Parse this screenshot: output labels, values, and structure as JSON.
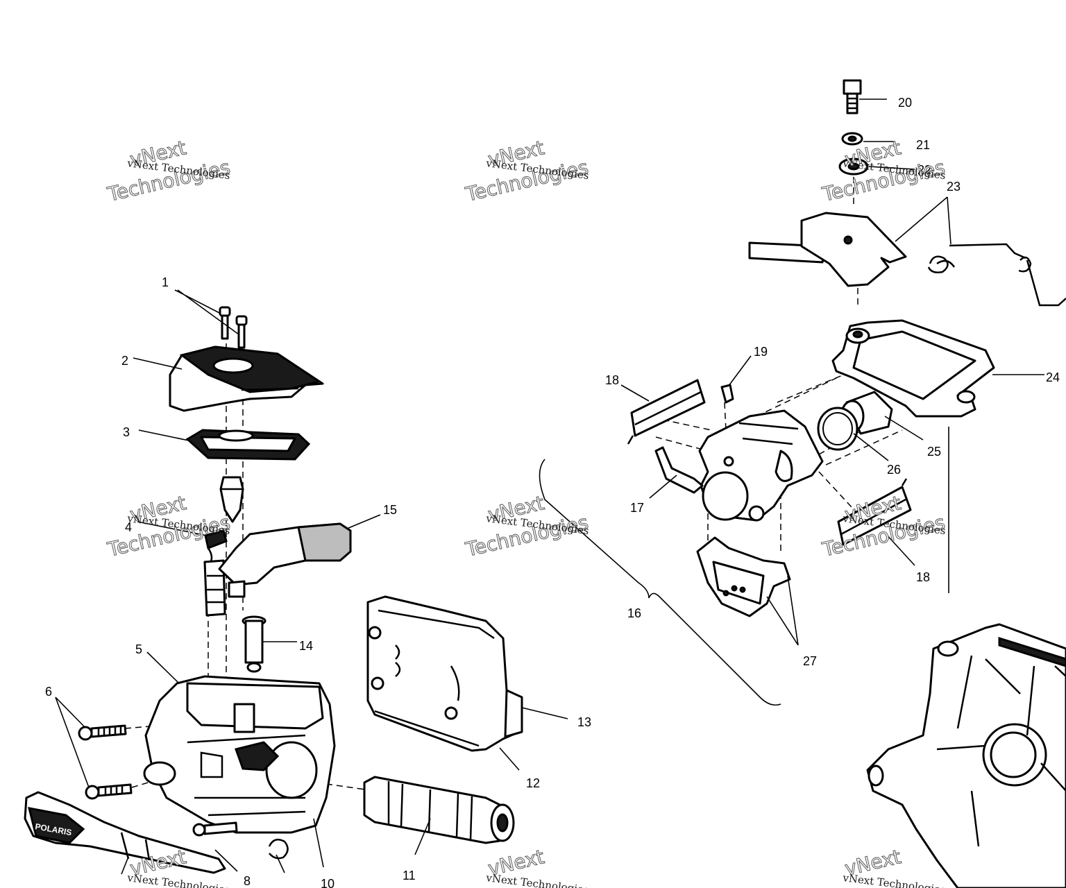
{
  "callouts": {
    "c1": "1",
    "c2": "2",
    "c3": "3",
    "c4": "4",
    "c5": "5",
    "c6": "6",
    "c8": "8",
    "c10": "10",
    "c11": "11",
    "c12": "12",
    "c13": "13",
    "c14": "14",
    "c15": "15",
    "c16": "16",
    "c17": "17",
    "c18a": "18",
    "c18b": "18",
    "c19": "19",
    "c20": "20",
    "c21": "21",
    "c22": "22",
    "c23": "23",
    "c24": "24",
    "c25": "25",
    "c26": "26",
    "c27": "27"
  },
  "watermark": {
    "line": "vNext Technologies",
    "word1": "vNext",
    "word2": "Technologies"
  },
  "lever_logo": "POLARIS"
}
